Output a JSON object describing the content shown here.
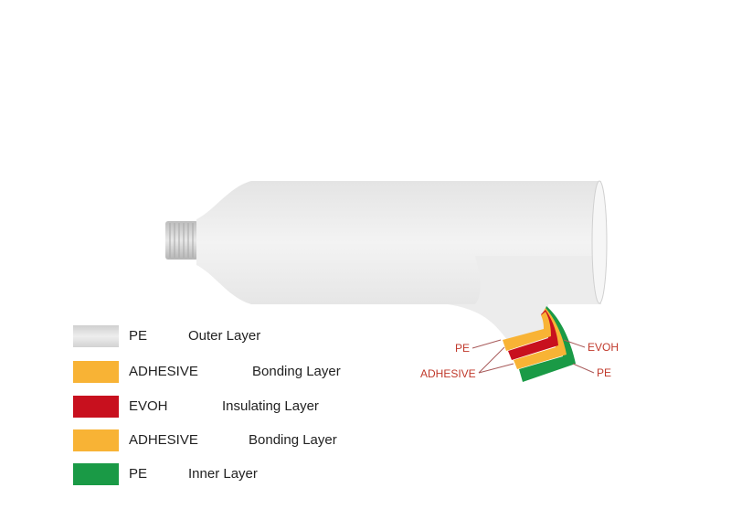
{
  "legend": [
    {
      "name": "PE",
      "desc": "Outer Layer",
      "color": "#d6d6d6"
    },
    {
      "name": "ADHESIVE",
      "desc": "Bonding Layer",
      "color": "#f8b335"
    },
    {
      "name": "EVOH",
      "desc": "Insulating Layer",
      "color": "#c8101e"
    },
    {
      "name": "ADHESIVE",
      "desc": "Bonding Layer",
      "color": "#f8b335"
    },
    {
      "name": "PE",
      "desc": "Inner Layer",
      "color": "#1a9a46"
    }
  ],
  "callouts": {
    "pe_outer": "PE",
    "adhesive": "ADHESIVE",
    "evoh": "EVOH",
    "pe_inner": "PE"
  }
}
